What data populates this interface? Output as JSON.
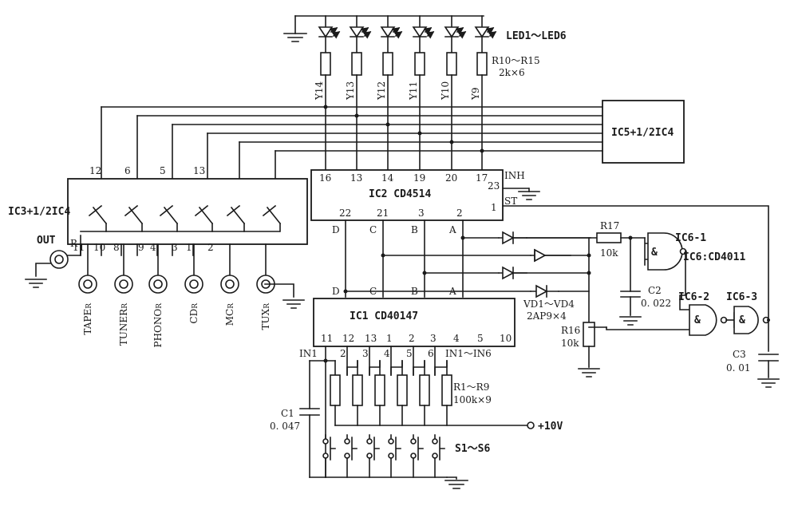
{
  "ic5": {
    "label": "IC5+1/2IC4"
  },
  "ic2": {
    "label": "IC2  CD4514",
    "top_pins": [
      "16",
      "13",
      "14",
      "19",
      "20",
      "17"
    ],
    "bottom_pins": [
      "22",
      "21",
      "3",
      "2"
    ],
    "inh": "INH",
    "pin23": "23",
    "st": "ST",
    "pin1": "1"
  },
  "ic1": {
    "label": "IC1  CD40147",
    "bottom_pins": [
      "11",
      "12",
      "13",
      "1",
      "2",
      "3",
      "4",
      "5",
      "10"
    ]
  },
  "ic3": {
    "label": "IC3+1/2IC4",
    "top_pins": [
      "12",
      "6",
      "5",
      "13"
    ],
    "bottom_pins": [
      "11",
      "10",
      "8",
      "9",
      "4",
      "3",
      "1",
      "2"
    ]
  },
  "bus_labels": [
    "D",
    "C",
    "B",
    "A"
  ],
  "leds": {
    "label": "LED1〜LED6"
  },
  "r10": {
    "label": "R10〜R15",
    "value": "2k×6"
  },
  "y_labels": [
    "Y14",
    "Y13",
    "Y12",
    "Y11",
    "Y10",
    "Y9"
  ],
  "out": {
    "main": "OUT",
    "sub": "R"
  },
  "jacks": [
    {
      "main": "TAPE",
      "sub": "R"
    },
    {
      "main": "TUNER",
      "sub": "R"
    },
    {
      "main": "PHONO",
      "sub": "R"
    },
    {
      "main": "CD",
      "sub": "R"
    },
    {
      "main": "MC",
      "sub": "R"
    },
    {
      "main": "TUX",
      "sub": "R"
    }
  ],
  "r17": {
    "label": "R17",
    "value": "10k"
  },
  "ic6_1": {
    "label": "IC6-1",
    "desc": "IC6:CD4011"
  },
  "ic6_2": {
    "label": "IC6-2"
  },
  "ic6_3": {
    "label": "IC6-3"
  },
  "gate_symbol": "&",
  "c2": {
    "label": "C2",
    "value": "0. 022"
  },
  "vd": {
    "label": "VD1〜VD4",
    "value": "2AP9×4"
  },
  "r16": {
    "label": "R16",
    "value": "10k"
  },
  "c3": {
    "label": "C3",
    "value": "0. 01"
  },
  "in_labels": {
    "in1": "IN1",
    "pins": [
      "2",
      "3",
      "4",
      "5",
      "6"
    ],
    "range": "IN1〜IN6"
  },
  "r1": {
    "label": "R1〜R9",
    "value": "100k×9"
  },
  "c1": {
    "label": "C1",
    "value": "0. 047"
  },
  "supply": {
    "label": "+10V"
  },
  "switches": {
    "label": "S1〜S6"
  }
}
